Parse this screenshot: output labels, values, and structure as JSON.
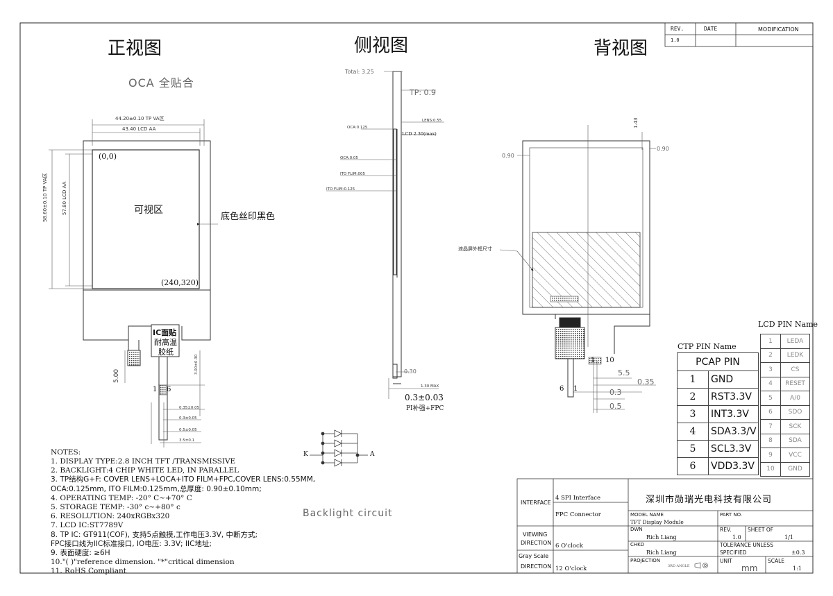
{
  "views": {
    "front_title": "正视图",
    "side_title": "侧视图",
    "back_title": "背视图"
  },
  "revision": {
    "rev_header": "REV.",
    "date_header": "DATE",
    "modification_header": "MODIFICATION",
    "rev_value": "1.0"
  },
  "front": {
    "oca": "OCA  全贴合",
    "dim_tp_va_w": "44.20±0.10 TP VA区",
    "dim_lcd_aa_w": "43.40 LCD AA",
    "dim_tp_va_h": "58.60±0.10 TP VA区",
    "dim_lcd_aa_h": "57.80 LCD AA",
    "origin": "(0,0)",
    "corner": "(240,320)",
    "view_area": "可视区",
    "border_note": "底色丝印黑色",
    "ic_label_1": "IC面贴",
    "ic_label_2": "耐高温",
    "ic_label_3": "胶纸",
    "dim_500": "5.00",
    "dim_300": "3.00±0.30",
    "pin1": "1",
    "pin6": "6",
    "dim_035": "0.35±0.05",
    "dim_03": "0.3±0.05",
    "dim_05": "0.5±0.05",
    "dim_35": "3.5±0.1"
  },
  "side": {
    "total": "Total: 3.25",
    "tp": "TP: 0.9",
    "lens": "LENS:0.55",
    "oca1": "OCA:0.125",
    "lcd": "LCD 2.30(max)",
    "oca2": "OCA:0.05",
    "ito1": "ITO FLIM:005",
    "ito2": "ITO FLIM:0.125",
    "dim_030": "0.30",
    "dim_130": "1.30 MAX",
    "dim_03": "0.3±0.03",
    "pi": "PI补强+FPC"
  },
  "back": {
    "dim_143": "1.43",
    "dim_090_left": "0.90",
    "dim_090_right": "0.90",
    "lcd_frame": "液晶屏外框尺寸",
    "pin1": "1",
    "pin10": "10",
    "pin6": "6",
    "pin1b": "1",
    "dim_55": "5.5",
    "dim_035": "0.35",
    "dim_03": "0.3",
    "dim_05": "0.5"
  },
  "backlight": {
    "title": "Backlight circuit",
    "k": "K",
    "a": "A"
  },
  "ctp": {
    "title": "CTP PIN Name",
    "header": "PCAP PIN",
    "rows": [
      {
        "no": "1",
        "name": "GND"
      },
      {
        "no": "2",
        "name": "RST3.3V"
      },
      {
        "no": "3",
        "name": "INT3.3V"
      },
      {
        "no": "4",
        "name": "SDA3.3/V"
      },
      {
        "no": "5",
        "name": "SCL3.3V"
      },
      {
        "no": "6",
        "name": "VDD3.3V"
      }
    ]
  },
  "lcd": {
    "title": "LCD PIN Name",
    "rows": [
      {
        "no": "1",
        "name": "LEDA"
      },
      {
        "no": "2",
        "name": "LEDK"
      },
      {
        "no": "3",
        "name": "CS"
      },
      {
        "no": "4",
        "name": "RESET"
      },
      {
        "no": "5",
        "name": "A/0"
      },
      {
        "no": "6",
        "name": "SDO"
      },
      {
        "no": "7",
        "name": "SCK"
      },
      {
        "no": "8",
        "name": "SDA"
      },
      {
        "no": "9",
        "name": "VCC"
      },
      {
        "no": "10",
        "name": "GND"
      }
    ]
  },
  "notes": {
    "title": "NOTES:",
    "lines": [
      "1. DISPLAY TYPE:2.8 INCH TFT /TRANSMISSIVE",
      "2. BACKLIGHT:4 CHIP WHITE LED, IN PARALLEL",
      "3. TP结构G+F: COVER LENS+LOCA+ITO FILM+FPC,COVER LENS:0.55MM,",
      "OCA:0.125mm, ITO FILM:0.125mm,总厚度: 0.90±0.10mm;",
      "4. OPERATING TEMP: -20° C~+70° C",
      "5. STORAGE TEMP: -30° c~+80° c",
      "6. RESOLUTION: 240xRGBx320",
      "7. LCD IC:ST7789V",
      "8. TP IC: GT911(COF), 支持5点触摸,工作电压3.3V, 中断方式;",
      "FPC接口线为IIC标准接口, IO电压: 3.3V; IIC地址;",
      "9. 表面硬度: ≥6H",
      "10.\"( )\"reference dimension. \"*\"critical dimension",
      "11. RoHS Compliant"
    ]
  },
  "titleblock": {
    "interface": "INTERFACE",
    "spi": "4 SPI Interface",
    "fpc": "FPC Connector",
    "viewing": "VIEWING",
    "direction": "DIRECTION",
    "six_oclock": "6 O'clock",
    "gray_scale": "Gray Scale",
    "direction2": "DIRECTION",
    "twelve_oclock": "12 O'clock",
    "company": "深圳市勋瑞光电科技有限公司",
    "model_name_label": "MODEL NAME",
    "model_name": "TFT Display Module",
    "part_no": "PART NO.",
    "dwn_label": "DWN",
    "dwn": "Rich Liang",
    "rev_label": "REV.",
    "rev": "1.0",
    "sheet_label": "SHEET OF",
    "sheet": "1/1",
    "chkd_label": "CHKD",
    "chkd": "Rich Liang",
    "tol_label": "TOLERANCE UNLESS",
    "specified": "SPECIFIED",
    "tol": "±0.3",
    "projection": "PROJECTION",
    "angle": "3RD ANGLE",
    "unit_label": "UNIT",
    "unit": "mm",
    "scale_label": "SCALE",
    "scale": "1:1"
  }
}
